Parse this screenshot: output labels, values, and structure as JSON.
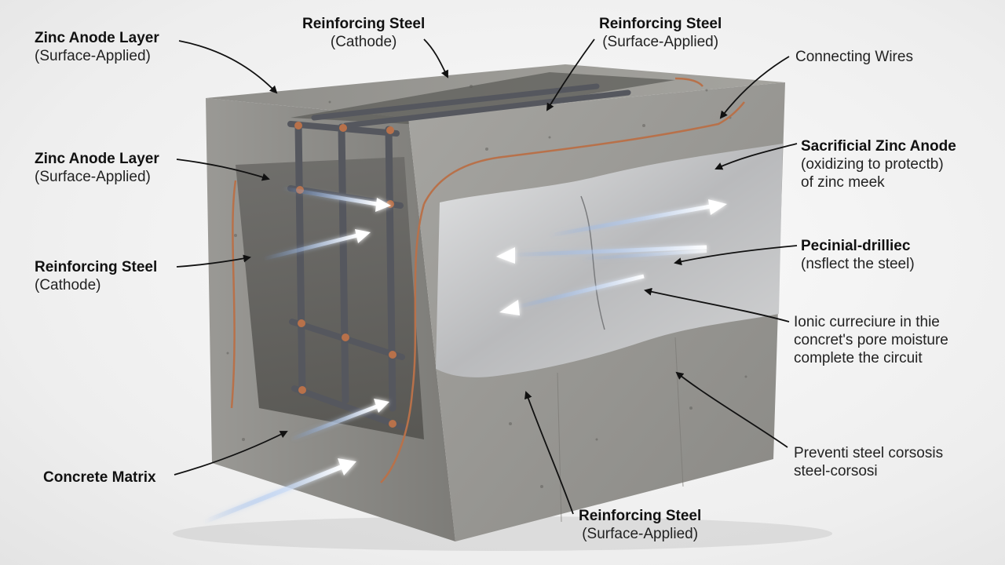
{
  "labels": {
    "zinc_anode_top": {
      "title": "Zinc Anode Layer",
      "subtitle": "(Surface-Applied)"
    },
    "reinforcing_top_left": {
      "title": "Reinforcing Steel",
      "subtitle": "(Cathode)"
    },
    "reinforcing_top_right": {
      "title": "Reinforcing Steel",
      "subtitle": "(Surface-Applied)"
    },
    "connecting_wires": {
      "text": "Connecting Wires"
    },
    "zinc_anode_mid": {
      "title": "Zinc Anode Layer",
      "subtitle": "(Surface-Applied)"
    },
    "sacrificial_zinc_anode": {
      "title": "Sacrificial Zinc Anode",
      "line2": "(oxidizing to protectb)",
      "line3": "of zinc meek"
    },
    "reinforcing_mid": {
      "title": "Reinforcing Steel",
      "subtitle": "(Cathode)"
    },
    "pecinial_drilliec": {
      "title": "Pecinial-drilliec",
      "subtitle": "(nsflect the steel)"
    },
    "ionic_current": {
      "line1": "Ionic curreciure in thie",
      "line2": "concret's pore moisture",
      "line3": "complete the circuit"
    },
    "prevents": {
      "line1": "Preventi steel corsosis",
      "line2": "steel-corsosi"
    },
    "concrete_matrix": {
      "title": "Concrete Matrix"
    },
    "reinforcing_bottom": {
      "title": "Reinforcing Steel",
      "subtitle": "(Surface-Applied)"
    }
  },
  "colors": {
    "concrete": "#8d8c88",
    "zinc": "#c9cacb",
    "rebar": "#55575e",
    "wire": "#b8714a",
    "ion_arrow": "#6f9fe8"
  },
  "icons": {
    "leader": "arrow-icon"
  }
}
